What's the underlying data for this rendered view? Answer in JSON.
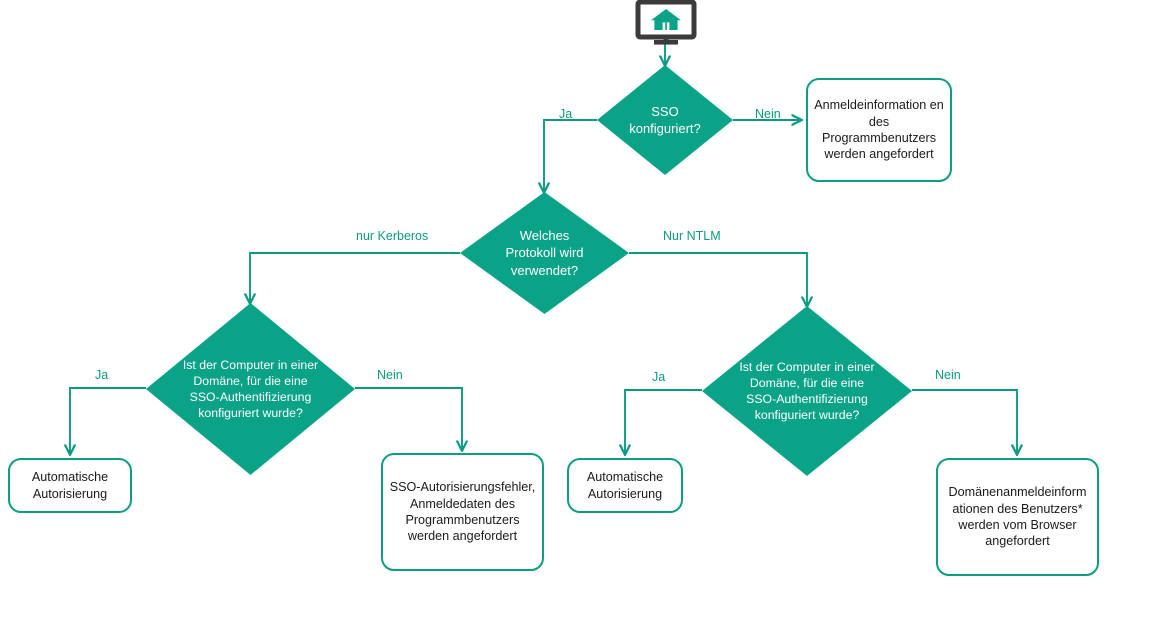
{
  "diagram": {
    "title": "SSO Authentifizierung Ablaufdiagramm",
    "type": "flowchart",
    "language": "de",
    "colors": {
      "node_fill": "#0ba388",
      "node_text": "#ffffff",
      "box_border": "#0d9d83",
      "box_text": "#1a1a1a",
      "edge": "#0b9b81",
      "edge_label": "#0b9b81",
      "monitor_frame": "#3b3b3b",
      "monitor_house": "#0ba388",
      "background": "#ffffff"
    }
  },
  "nodes": {
    "start_icon": {
      "name": "monitor-home-icon"
    },
    "sso_decision": {
      "label": "SSO\nkonfiguriert?"
    },
    "protocol_decision": {
      "label": "Welches\nProtokoll wird\nverwendet?"
    },
    "kerberos_domain_decision": {
      "label": "Ist der Computer in einer Domäne, für die eine SSO-Authentifizierung konfiguriert wurde?"
    },
    "ntlm_domain_decision": {
      "label": "Ist der Computer in einer Domäne, für die eine SSO-Authentifizierung konfiguriert wurde?"
    },
    "program_credentials_box": {
      "label": "Anmeldeinformation en des Programmbenutzers werden angefordert"
    },
    "kerberos_auto_box": {
      "label": "Automatische Autorisierung"
    },
    "sso_error_box": {
      "label": "SSO-Autorisierungsfehler, Anmeldedaten des Programmbenutzers werden angefordert"
    },
    "ntlm_auto_box": {
      "label": "Automatische Autorisierung"
    },
    "browser_credentials_box": {
      "label": "Domänenanmeldeinform ationen des Benutzers* werden vom Browser angefordert"
    }
  },
  "edge_labels": {
    "sso_yes": "Ja",
    "sso_no": "Nein",
    "protocol_kerberos": "nur Kerberos",
    "protocol_ntlm": "Nur NTLM",
    "kerberos_yes": "Ja",
    "kerberos_no": "Nein",
    "ntlm_yes": "Ja",
    "ntlm_no": "Nein"
  }
}
